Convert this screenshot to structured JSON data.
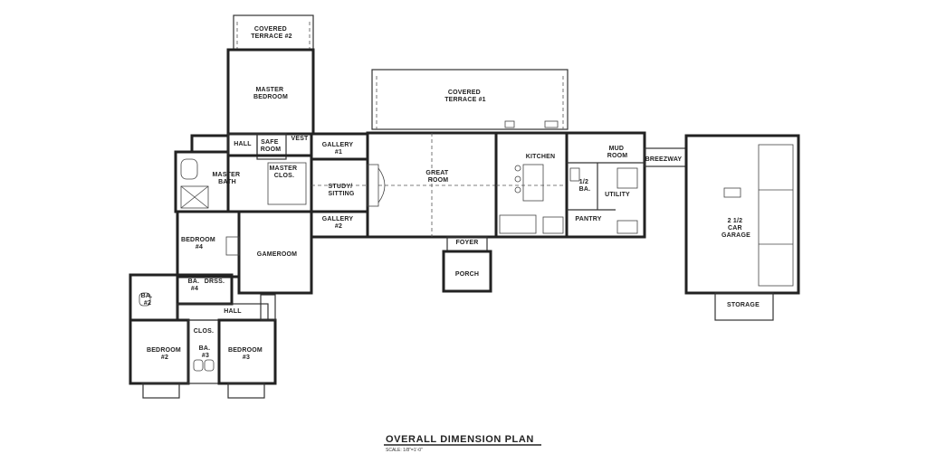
{
  "plan": {
    "title": "OVERALL DIMENSION PLAN",
    "scale": "SCALE: 1/8\"=1'-0\""
  },
  "rooms": {
    "covered_terrace_2": [
      "COVERED",
      "TERRACE #2"
    ],
    "master_bedroom": [
      "MASTER",
      "BEDROOM"
    ],
    "covered_terrace_1": [
      "COVERED",
      "TERRACE #1"
    ],
    "hall_upper": [
      "HALL"
    ],
    "safe_room": [
      "SAFE",
      "ROOM"
    ],
    "vest": [
      "VEST"
    ],
    "gallery_1": [
      "GALLERY",
      "#1"
    ],
    "master_bath": [
      "MASTER",
      "BATH"
    ],
    "master_clos": [
      "MASTER",
      "CLOS."
    ],
    "study_sitting": [
      "STUDY/",
      "SITTING"
    ],
    "great_room": [
      "GREAT",
      "ROOM"
    ],
    "kitchen": [
      "KITCHEN"
    ],
    "mud_room": [
      "MUD",
      "ROOM"
    ],
    "breezeway": [
      "BREEZWAY"
    ],
    "half_bath": [
      "1/2",
      "BA."
    ],
    "utility": [
      "UTILITY"
    ],
    "pantry": [
      "PANTRY"
    ],
    "gallery_2": [
      "GALLERY",
      "#2"
    ],
    "garage": [
      "2 1/2",
      "CAR",
      "GARAGE"
    ],
    "bedroom_4": [
      "BEDROOM",
      "#4"
    ],
    "gameroom": [
      "GAMEROOM"
    ],
    "foyer": [
      "FOYER"
    ],
    "porch": [
      "PORCH"
    ],
    "ba_2": [
      "BA.",
      "#2"
    ],
    "ba_4": [
      "BA.",
      "#4"
    ],
    "drss": [
      "DRSS."
    ],
    "hall_lower": [
      "HALL"
    ],
    "clos": [
      "CLOS."
    ],
    "ba_3": [
      "BA.",
      "#3"
    ],
    "bedroom_2": [
      "BEDROOM",
      "#2"
    ],
    "bedroom_3": [
      "BEDROOM",
      "#3"
    ],
    "storage": [
      "STORAGE"
    ]
  }
}
